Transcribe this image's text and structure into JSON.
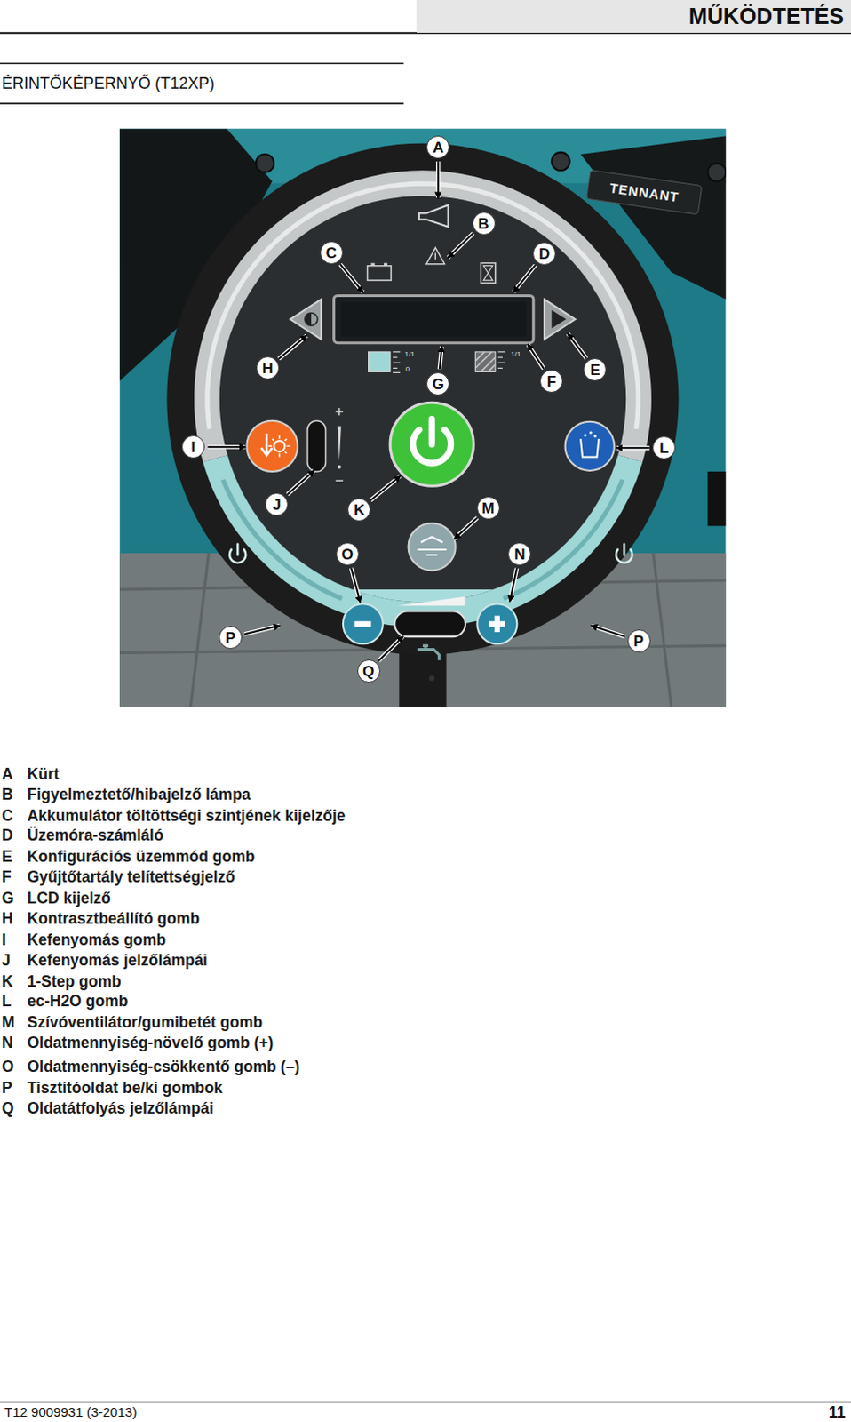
{
  "diagram": {
    "title": "ÉRINTŐKÉPERNYŐ (T12XP)",
    "nodes": [
      {
        "text": [
          "MŰKÖDTETÉS"
        ]
      }
    ],
    "labels": [
      "A",
      "B",
      "C",
      "D",
      "H",
      "G",
      "F",
      "E",
      "I",
      "L",
      "J",
      "K",
      "M",
      "O",
      "N",
      "P",
      "P",
      "Q",
      "TENNANT",
      "1/1",
      "0",
      "1/1",
      "A",
      "Kürt",
      "B",
      "Figyelmeztető/hibajelző lámpa",
      "C",
      "Akkumulátor töltöttségi szintjének kijelzője",
      "D",
      "Üzemóra-számláló",
      "E",
      "Konfigurációs üzemmód gomb",
      "F",
      "Gyűjtőtartály telítettségjelző",
      "G",
      "LCD kijelző",
      "H",
      "Kontrasztbeállító gomb",
      "I",
      "Kefenyomás gomb",
      "J",
      "Kefenyomás jelzőlámpái",
      "K",
      "1-Step gomb",
      "L",
      "ec-H2O gomb",
      "M",
      "Szívóventilátor/gumibetét gomb",
      "N",
      "Oldatmennyiség-növelő gomb (+)",
      "O",
      "Oldatmennyiség-csökkentő gomb (–)",
      "P",
      "Tisztítóoldat be/ki gombok",
      "Q",
      "Oldatátfolyás jelzőlámpái",
      "T12 9009931 (3-2013)",
      "11"
    ]
  }
}
